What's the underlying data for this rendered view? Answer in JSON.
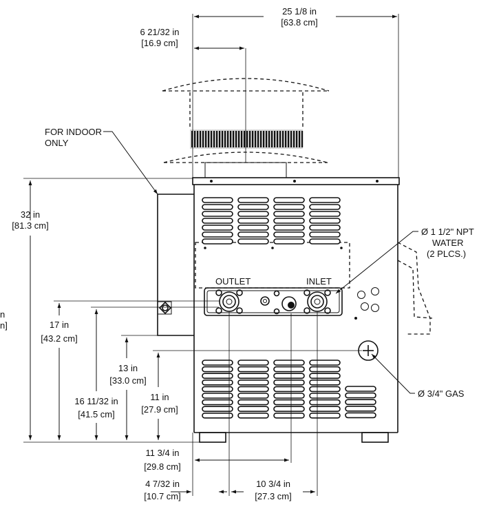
{
  "dimensions": {
    "overall_width": {
      "imperial": "25 1/8 in",
      "metric": "[63.8 cm]"
    },
    "vent_width": {
      "imperial": "6 21/32 in",
      "metric": "[16.9 cm]"
    },
    "overall_height": {
      "imperial": "32 in",
      "metric": "[81.3 cm]"
    },
    "left_cut": {
      "imperial": "n",
      "metric": "n]"
    },
    "water_height": {
      "imperial": "17 in",
      "metric": "[43.2 cm]"
    },
    "gas_height_a": {
      "imperial": "13 in",
      "metric": "[33.0 cm]"
    },
    "gas_height_b": {
      "imperial": "11 in",
      "metric": "[27.9 cm]"
    },
    "outlet_height": {
      "imperial": "16 11/32 in",
      "metric": "[41.5 cm]"
    },
    "gas_offset": {
      "imperial": "11 3/4 in",
      "metric": "[29.8 cm]"
    },
    "outlet_offset": {
      "imperial": "4 7/32 in",
      "metric": "[10.7 cm]"
    },
    "inlet_spacing": {
      "imperial": "10 3/4 in",
      "metric": "[27.3 cm]"
    }
  },
  "callouts": {
    "indoor_line1": "FOR INDOOR",
    "indoor_line2": "ONLY",
    "npt_line1": "Ø 1 1/2\" NPT",
    "npt_line2": "WATER",
    "npt_line3": "(2 PLCS.)",
    "gas": "Ø 3/4\" GAS"
  },
  "labels": {
    "outlet": "OUTLET",
    "inlet": "INLET"
  }
}
